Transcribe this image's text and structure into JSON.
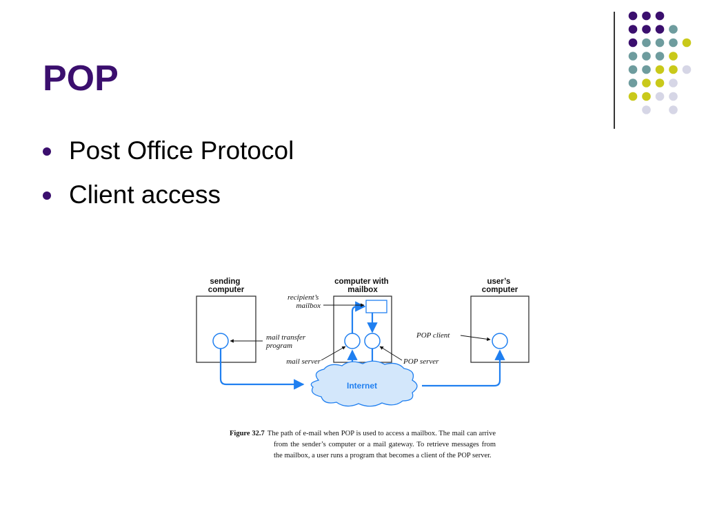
{
  "slide": {
    "title": "POP",
    "bullets": [
      "Post Office Protocol",
      "Client access"
    ]
  },
  "colors": {
    "title": "#3b0f6e",
    "bullet_dot": "#3b0f6e",
    "diagram_blue": "#1f7ff0",
    "cloud_fill": "#d3e7fb",
    "dot_purple": "#3b0f6e",
    "dot_teal": "#6e9c9e",
    "dot_yellow": "#c9c91a",
    "dot_lavender": "#d6d6e6"
  },
  "diagram": {
    "labels": {
      "sending": [
        "sending",
        "computer"
      ],
      "mailbox_computer": [
        "computer with",
        "mailbox"
      ],
      "users": [
        "user’s",
        "computer"
      ],
      "recipient_mailbox": [
        "recipient’s",
        "mailbox"
      ],
      "mail_transfer": [
        "mail transfer",
        "program"
      ],
      "mail_server": "mail server",
      "pop_server": "POP server",
      "pop_client": "POP client",
      "internet": "Internet"
    },
    "caption": {
      "figure": "Figure 32.7",
      "text": "The path of e-mail when POP is used to access a mailbox.  The mail can arrive from the sender’s computer or a mail gateway. To retrieve messages from the mailbox, a user runs a program that becomes a client of the POP server."
    }
  },
  "decoration": {
    "dot_grid": [
      [
        "purple",
        "purple",
        "purple",
        null,
        null
      ],
      [
        "purple",
        "purple",
        "purple",
        "teal",
        null
      ],
      [
        "purple",
        "teal",
        "teal",
        "teal",
        "yellow"
      ],
      [
        "teal",
        "teal",
        "teal",
        "yellow",
        null
      ],
      [
        "teal",
        "teal",
        "yellow",
        "yellow",
        "lavender"
      ],
      [
        "teal",
        "yellow",
        "yellow",
        "lavender",
        null
      ],
      [
        "yellow",
        "yellow",
        "lavender",
        "lavender",
        null
      ],
      [
        null,
        "lavender",
        null,
        "lavender",
        null
      ]
    ]
  }
}
